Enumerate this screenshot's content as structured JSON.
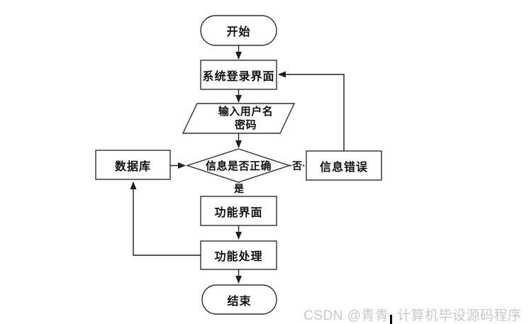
{
  "diagram": {
    "title": "login-flowchart",
    "nodes": {
      "start": {
        "label": "开始",
        "type": "terminator"
      },
      "login": {
        "label": "系统登录界面",
        "type": "process"
      },
      "input": {
        "line1": "输入用户名",
        "line2": "密码",
        "type": "input-output"
      },
      "decision": {
        "label": "信息是否正确",
        "type": "decision"
      },
      "database": {
        "label": "数据库",
        "type": "process"
      },
      "error": {
        "label": "信息错误",
        "type": "process"
      },
      "func_ui": {
        "label": "功能界面",
        "type": "process"
      },
      "func_process": {
        "label": "功能处理",
        "type": "process"
      },
      "end": {
        "label": "结束",
        "type": "terminator"
      }
    },
    "edge_labels": {
      "no": "否",
      "yes": "是"
    },
    "colors": {
      "stroke": "#2f2f2f",
      "line": "#1f1f1f",
      "text": "#111111",
      "background": "#ffffff"
    }
  },
  "watermark": {
    "text": "CSDN @青青  计算机毕设源码程序",
    "color": "#c8c8c8"
  }
}
